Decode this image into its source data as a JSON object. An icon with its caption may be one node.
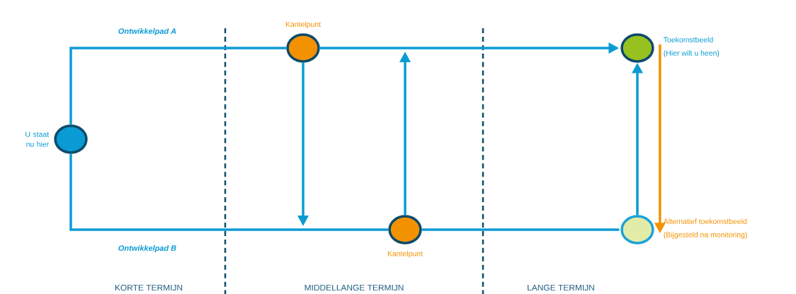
{
  "diagram": {
    "nodes": [
      {
        "text": [],
        "shape": "circle",
        "beside": [
          "U staat nu hier"
        ]
      },
      {
        "text": [],
        "shape": "circle",
        "beside": [
          "Kantelpunt"
        ]
      },
      {
        "text": [],
        "shape": "circle",
        "beside": [
          "Kantelpunt"
        ]
      },
      {
        "text": [],
        "shape": "circle",
        "beside": [
          "Toekomstbeeld",
          "(Hier wilt u heen)"
        ]
      },
      {
        "text": [],
        "shape": "circle",
        "beside": [
          "Alternatief toekomstbeeld",
          "(Bijgesteld na monitoring)"
        ]
      }
    ],
    "edges": [
      {
        "from": 0,
        "to": 1,
        "arrow": "none",
        "label": "Ontwikkelpad A"
      },
      {
        "from": 1,
        "to": 3,
        "arrow": "to"
      },
      {
        "from": 0,
        "to": 2,
        "arrow": "none",
        "label": "Ontwikkelpad B"
      },
      {
        "from": 2,
        "to": 4,
        "arrow": "none"
      },
      {
        "from": 1,
        "to": null,
        "arrow": "to"
      },
      {
        "from": 2,
        "to": null,
        "arrow": "to"
      },
      {
        "from": 4,
        "to": 3,
        "arrow": "to"
      },
      {
        "from": 3,
        "to": 4,
        "arrow": "to",
        "color": "#f39200"
      }
    ],
    "labels": [
      "KORTE TERMIJN",
      "MIDDELLANGE TERMIJN",
      "LANGE TERMIJN"
    ]
  }
}
